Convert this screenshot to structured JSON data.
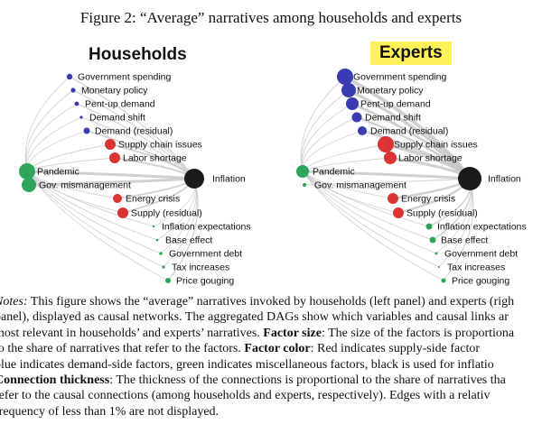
{
  "figure": {
    "title": "Figure 2: “Average” narratives among households and experts",
    "households_title": "Households",
    "experts_title": "Experts",
    "highlight_color": "#fff15a"
  },
  "colors": {
    "demand": "#3b3ab0",
    "supply": "#d93434",
    "misc": "#2ea55a",
    "inflation": "#1a1a1a",
    "edge": "#c8c8c8"
  },
  "nodes": [
    {
      "id": "gov_spending",
      "label": "Government spending",
      "type": "demand",
      "hh": 3.2,
      "ex": 9
    },
    {
      "id": "monetary_policy",
      "label": "Monetary policy",
      "type": "demand",
      "hh": 2.6,
      "ex": 8
    },
    {
      "id": "pentup_demand",
      "label": "Pent-up demand",
      "type": "demand",
      "hh": 2.4,
      "ex": 7
    },
    {
      "id": "demand_shift",
      "label": "Demand shift",
      "type": "demand",
      "hh": 1.6,
      "ex": 5.5
    },
    {
      "id": "demand_residual",
      "label": "Demand (residual)",
      "type": "demand",
      "hh": 3.5,
      "ex": 5
    },
    {
      "id": "supply_chain",
      "label": "Supply chain issues",
      "type": "supply",
      "hh": 6,
      "ex": 9
    },
    {
      "id": "labor_shortage",
      "label": "Labor shortage",
      "type": "supply",
      "hh": 6,
      "ex": 7
    },
    {
      "id": "pandemic",
      "label": "Pandemic",
      "type": "misc",
      "hh": 9,
      "ex": 7
    },
    {
      "id": "gov_mismanagement",
      "label": "Gov. mismanagement",
      "type": "misc",
      "hh": 8,
      "ex": 2
    },
    {
      "id": "energy_crisis",
      "label": "Energy crisis",
      "type": "supply",
      "hh": 5,
      "ex": 6
    },
    {
      "id": "supply_residual",
      "label": "Supply (residual)",
      "type": "supply",
      "hh": 6,
      "ex": 6
    },
    {
      "id": "inflation_expectations",
      "label": "Inflation expectations",
      "type": "misc",
      "hh": 1.2,
      "ex": 3.5
    },
    {
      "id": "base_effect",
      "label": "Base effect",
      "type": "misc",
      "hh": 1.3,
      "ex": 3.5
    },
    {
      "id": "government_debt",
      "label": "Government debt",
      "type": "misc",
      "hh": 1.8,
      "ex": 1.5
    },
    {
      "id": "tax_increases",
      "label": "Tax increases",
      "type": "misc",
      "hh": 1.6,
      "ex": 1
    },
    {
      "id": "price_gouging",
      "label": "Price gouging",
      "type": "misc",
      "hh": 3,
      "ex": 2.5
    }
  ],
  "inflation_node": {
    "label": "Inflation",
    "hh": 11,
    "ex": 13
  },
  "edges_to_inflation": {
    "hh": {
      "gov_spending": 1.2,
      "monetary_policy": 1,
      "pentup_demand": 1,
      "demand_shift": 1,
      "demand_residual": 1.5,
      "supply_chain": 2,
      "labor_shortage": 2,
      "pandemic": 3,
      "gov_mismanagement": 3,
      "energy_crisis": 1.8,
      "supply_residual": 1.8,
      "inflation_expectations": 0.8,
      "base_effect": 0.8,
      "government_debt": 0.8,
      "tax_increases": 0.8,
      "price_gouging": 1.2
    },
    "ex": {
      "gov_spending": 4,
      "monetary_policy": 3.5,
      "pentup_demand": 3,
      "demand_shift": 2.5,
      "demand_residual": 2.5,
      "supply_chain": 4,
      "labor_shortage": 3,
      "pandemic": 3,
      "gov_mismanagement": 1,
      "energy_crisis": 2.5,
      "supply_residual": 2.5,
      "inflation_expectations": 1.5,
      "base_effect": 1.5,
      "government_debt": 0.8,
      "tax_increases": 0.8,
      "price_gouging": 1
    }
  },
  "edges_from_pandemic": [
    "gov_spending",
    "monetary_policy",
    "pentup_demand",
    "demand_shift",
    "demand_residual",
    "supply_chain",
    "labor_shortage",
    "energy_crisis",
    "supply_residual",
    "inflation_expectations",
    "base_effect",
    "government_debt",
    "tax_increases",
    "price_gouging"
  ],
  "notes": {
    "l1_label": "Notes:",
    "l1_text": " This figure shows the “average” narratives invoked by households (left panel) and experts (righ",
    "l2_text": "panel), displayed as causal networks. The aggregated DAGs show which variables and causal links ar",
    "l3_text": "most relevant in households’ and experts’ narratives. ",
    "l3_bold": "Factor size",
    "l3_rest": ": The size of the factors is proportiona",
    "l4_text": "to the share of narratives that refer to the factors.  ",
    "l4_bold": "Factor color",
    "l4_rest": ":  Red indicates supply-side factor",
    "l5_text": "blue indicates demand-side factors, green indicates miscellaneous factors, black is used for inflatio",
    "l6_bold": "Connection thickness",
    "l6_rest": ": The thickness of the connections is proportional to the share of narratives tha",
    "l7_text": "refer to the causal connections (among households and experts, respectively).  Edges with a relativ",
    "l8_text": "frequency of less than 1% are not displayed."
  }
}
